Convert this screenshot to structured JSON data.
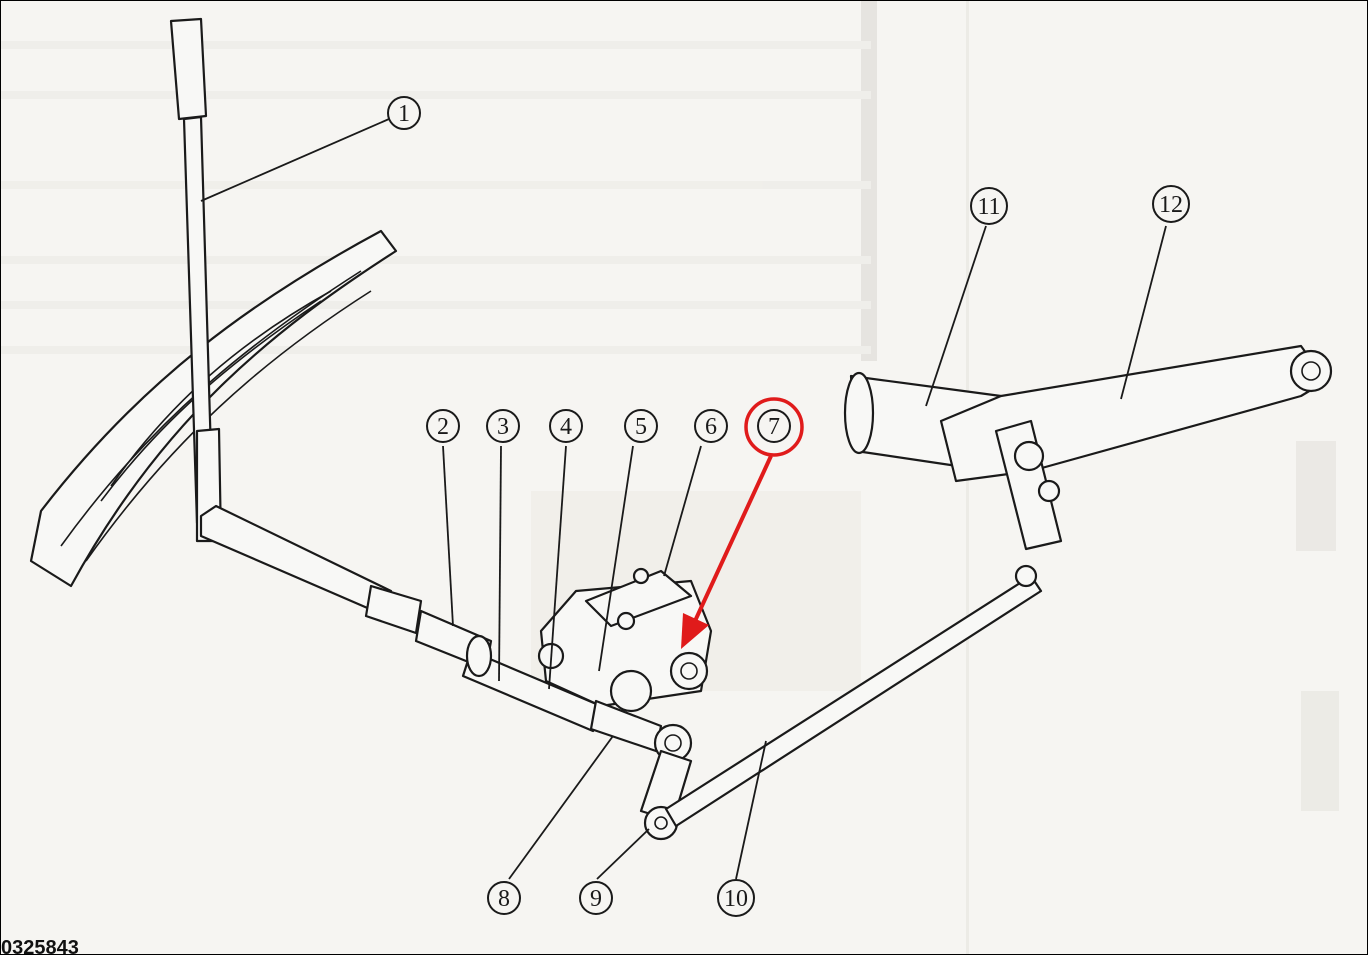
{
  "diagram": {
    "document_code": "0325843",
    "highlight_color": "#e01b1b",
    "highlighted_callout": "7",
    "callouts": [
      {
        "id": "c1",
        "label": "1"
      },
      {
        "id": "c2",
        "label": "2"
      },
      {
        "id": "c3",
        "label": "3"
      },
      {
        "id": "c4",
        "label": "4"
      },
      {
        "id": "c5",
        "label": "5"
      },
      {
        "id": "c6",
        "label": "6"
      },
      {
        "id": "c7",
        "label": "7"
      },
      {
        "id": "c8",
        "label": "8"
      },
      {
        "id": "c9",
        "label": "9"
      },
      {
        "id": "c10",
        "label": "10"
      },
      {
        "id": "c11",
        "label": "11"
      },
      {
        "id": "c12",
        "label": "12"
      }
    ]
  }
}
